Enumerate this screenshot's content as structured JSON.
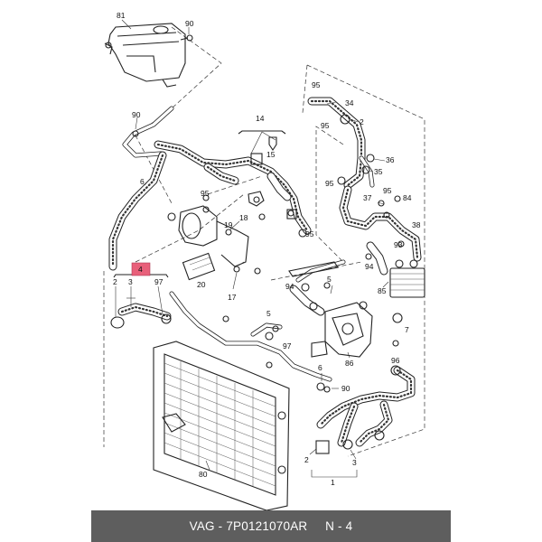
{
  "footer": {
    "caption": "VAG - 7P0121070AR     N - 4"
  },
  "highlight_color": "#e8607a",
  "labels": {
    "l81": "81",
    "l90a": "90",
    "l90b": "90",
    "l6a": "6",
    "l14": "14",
    "l15": "15",
    "l95a": "95",
    "l95b": "95",
    "l95c": "95",
    "l95d": "95",
    "l95e": "95",
    "l95f": "95",
    "l34": "34",
    "l2a": "2",
    "l35": "35",
    "l36": "36",
    "l37": "37",
    "l84": "84",
    "l38": "38",
    "l93": "93",
    "l94a": "94",
    "l94b": "94",
    "l85": "85",
    "l19": "19",
    "l18": "18",
    "l20": "20",
    "l17": "17",
    "l4": "4",
    "l2b": "2",
    "l3a": "3",
    "l97a": "97",
    "l5a": "5",
    "l5b": "5",
    "l97b": "97",
    "l7": "7",
    "l86": "86",
    "l96": "96",
    "l6b": "6",
    "l90c": "90",
    "l80": "80",
    "l2c": "2",
    "l3b": "3",
    "l1": "1"
  }
}
